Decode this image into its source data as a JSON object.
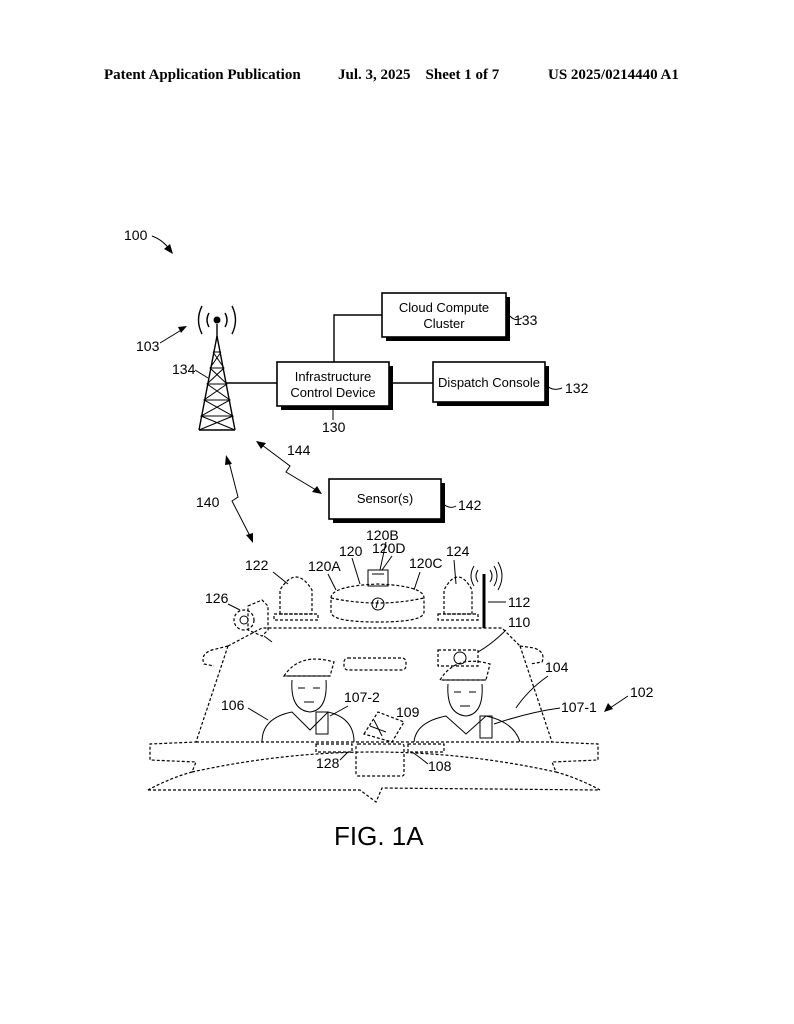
{
  "header": {
    "left": "Patent Application Publication",
    "middle": "Jul. 3, 2025    Sheet 1 of 7",
    "right": "US 2025/0214440 A1"
  },
  "figure": {
    "caption": "FIG. 1A",
    "system_ref": "100",
    "boxes": {
      "cloud_line1": "Cloud Compute",
      "cloud_line2": "Cluster",
      "infra_line1": "Infrastructure",
      "infra_line2": "Control Device",
      "dispatch": "Dispatch Console",
      "sensor": "Sensor(s)"
    },
    "refs": {
      "r100": "100",
      "r103": "103",
      "r134": "134",
      "r133": "133",
      "r130": "130",
      "r132": "132",
      "r144": "144",
      "r140": "140",
      "r142": "142",
      "r120B": "120B",
      "r120": "120",
      "r120D": "120D",
      "r120A": "120A",
      "r120C": "120C",
      "r122": "122",
      "r124": "124",
      "r112": "112",
      "r126": "126",
      "r110": "110",
      "r104": "104",
      "r102": "102",
      "r106": "106",
      "r107_2": "107-2",
      "r109": "109",
      "r107_1": "107-1",
      "r128": "128",
      "r108": "108"
    }
  }
}
